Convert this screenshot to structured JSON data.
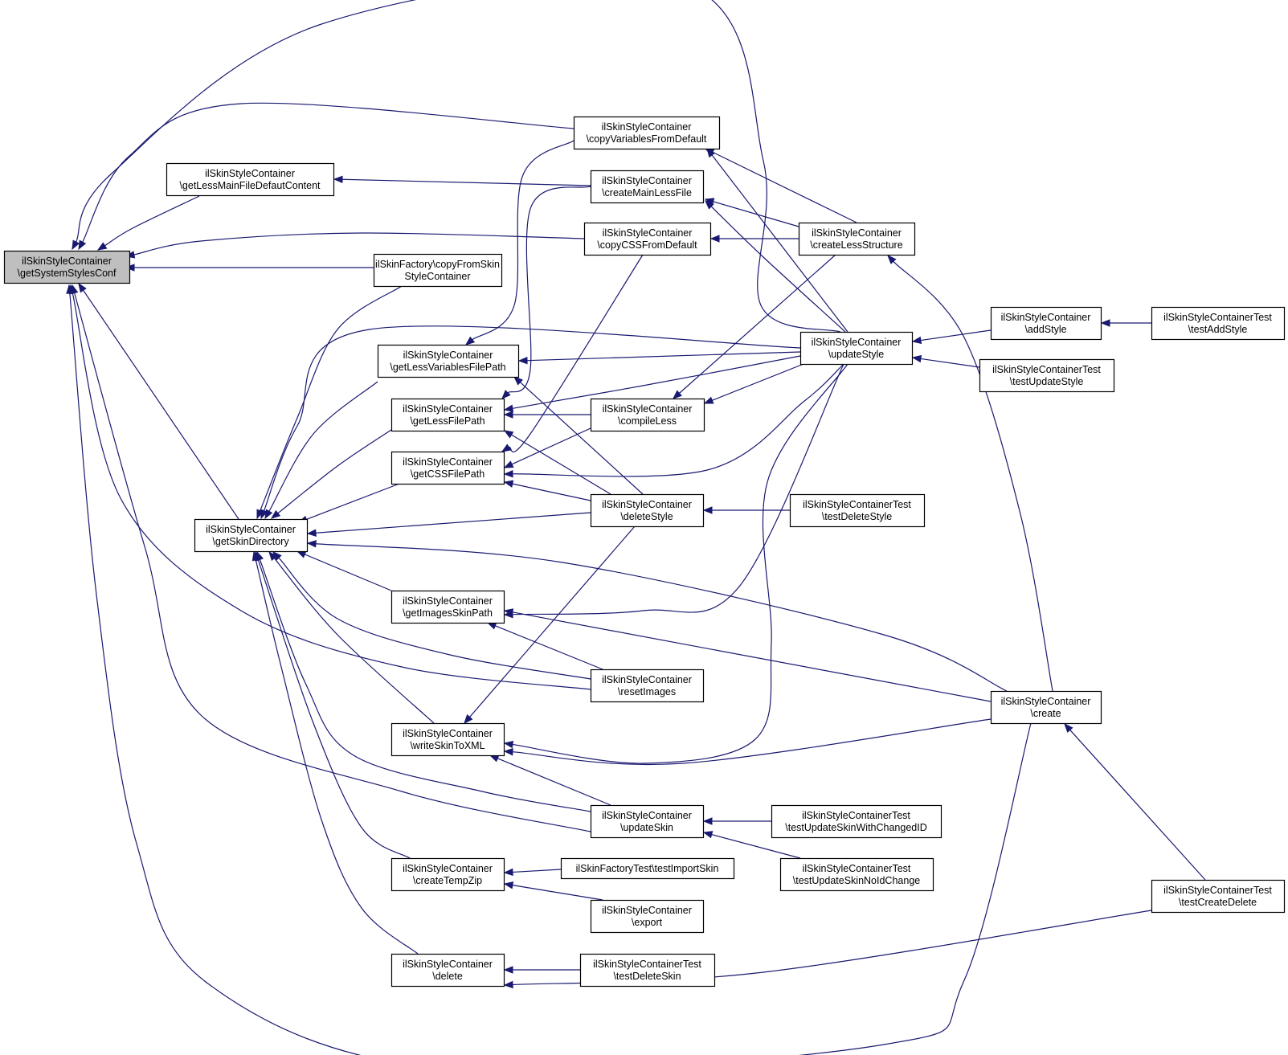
{
  "colors": {
    "edge": "#191970",
    "node_border": "#000000",
    "root_fill": "#bfbfbf",
    "node_fill": "#ffffff"
  },
  "nodes": {
    "root": [
      "ilSkinStyleContainer",
      "\\getSystemStylesConf"
    ],
    "getLessMainFileDefautContent": [
      "ilSkinStyleContainer",
      "\\getLessMainFileDefautContent"
    ],
    "copyVariablesFromDefault": [
      "ilSkinStyleContainer",
      "\\copyVariablesFromDefault"
    ],
    "createMainLessFile": [
      "ilSkinStyleContainer",
      "\\createMainLessFile"
    ],
    "copyCSSFromDefault": [
      "ilSkinStyleContainer",
      "\\copyCSSFromDefault"
    ],
    "createLessStructure": [
      "ilSkinStyleContainer",
      "\\createLessStructure"
    ],
    "copyFromSkinStyleContainer": [
      "ilSkinFactory\\copyFromSkin",
      "StyleContainer"
    ],
    "getLessVariablesFilePath": [
      "ilSkinStyleContainer",
      "\\getLessVariablesFilePath"
    ],
    "updateStyle": [
      "ilSkinStyleContainer",
      "\\updateStyle"
    ],
    "addStyle": [
      "ilSkinStyleContainer",
      "\\addStyle"
    ],
    "testAddStyle": [
      "ilSkinStyleContainerTest",
      "\\testAddStyle"
    ],
    "testUpdateStyle": [
      "ilSkinStyleContainerTest",
      "\\testUpdateStyle"
    ],
    "getLessFilePath": [
      "ilSkinStyleContainer",
      "\\getLessFilePath"
    ],
    "compileLess": [
      "ilSkinStyleContainer",
      "\\compileLess"
    ],
    "getCSSFilePath": [
      "ilSkinStyleContainer",
      "\\getCSSFilePath"
    ],
    "deleteStyle": [
      "ilSkinStyleContainer",
      "\\deleteStyle"
    ],
    "testDeleteStyle": [
      "ilSkinStyleContainerTest",
      "\\testDeleteStyle"
    ],
    "getSkinDirectory": [
      "ilSkinStyleContainer",
      "\\getSkinDirectory"
    ],
    "getImagesSkinPath": [
      "ilSkinStyleContainer",
      "\\getImagesSkinPath"
    ],
    "resetImages": [
      "ilSkinStyleContainer",
      "\\resetImages"
    ],
    "create": [
      "ilSkinStyleContainer",
      "\\create"
    ],
    "writeSkinToXML": [
      "ilSkinStyleContainer",
      "\\writeSkinToXML"
    ],
    "updateSkin": [
      "ilSkinStyleContainer",
      "\\updateSkin"
    ],
    "testUpdateSkinWithChangedID": [
      "ilSkinStyleContainerTest",
      "\\testUpdateSkinWithChangedID"
    ],
    "testUpdateSkinNoIdChange": [
      "ilSkinStyleContainerTest",
      "\\testUpdateSkinNoIdChange"
    ],
    "createTempZip": [
      "ilSkinStyleContainer",
      "\\createTempZip"
    ],
    "testImportSkin": [
      "ilSkinFactoryTest\\testImportSkin"
    ],
    "export": [
      "ilSkinStyleContainer",
      "\\export"
    ],
    "testCreateDelete": [
      "ilSkinStyleContainerTest",
      "\\testCreateDelete"
    ],
    "delete": [
      "ilSkinStyleContainer",
      "\\delete"
    ],
    "testDeleteSkin": [
      "ilSkinStyleContainerTest",
      "\\testDeleteSkin"
    ]
  }
}
